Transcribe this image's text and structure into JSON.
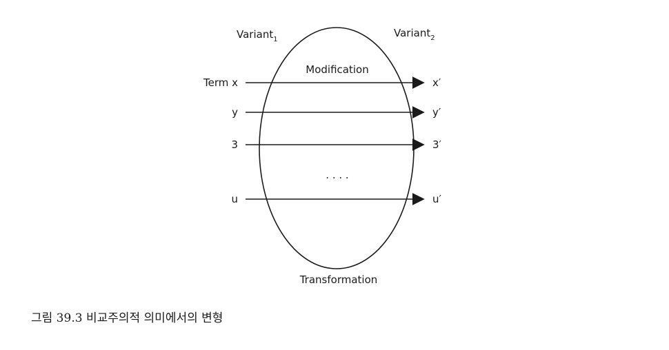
{
  "diagram": {
    "variant_left": {
      "base": "Variant",
      "sub": "1"
    },
    "variant_right": {
      "base": "Variant",
      "sub": "2"
    },
    "modification_label": "Modification",
    "transformation_label": "Transformation",
    "ellipsis": ". . . .",
    "terms": [
      {
        "source": "Term x",
        "target": "x′"
      },
      {
        "source": "y",
        "target": "y′"
      },
      {
        "source": "3",
        "target": "3′"
      },
      {
        "source": "u",
        "target": "u′"
      }
    ]
  },
  "caption": "그림 39.3 비교주의적 의미에서의 변형"
}
